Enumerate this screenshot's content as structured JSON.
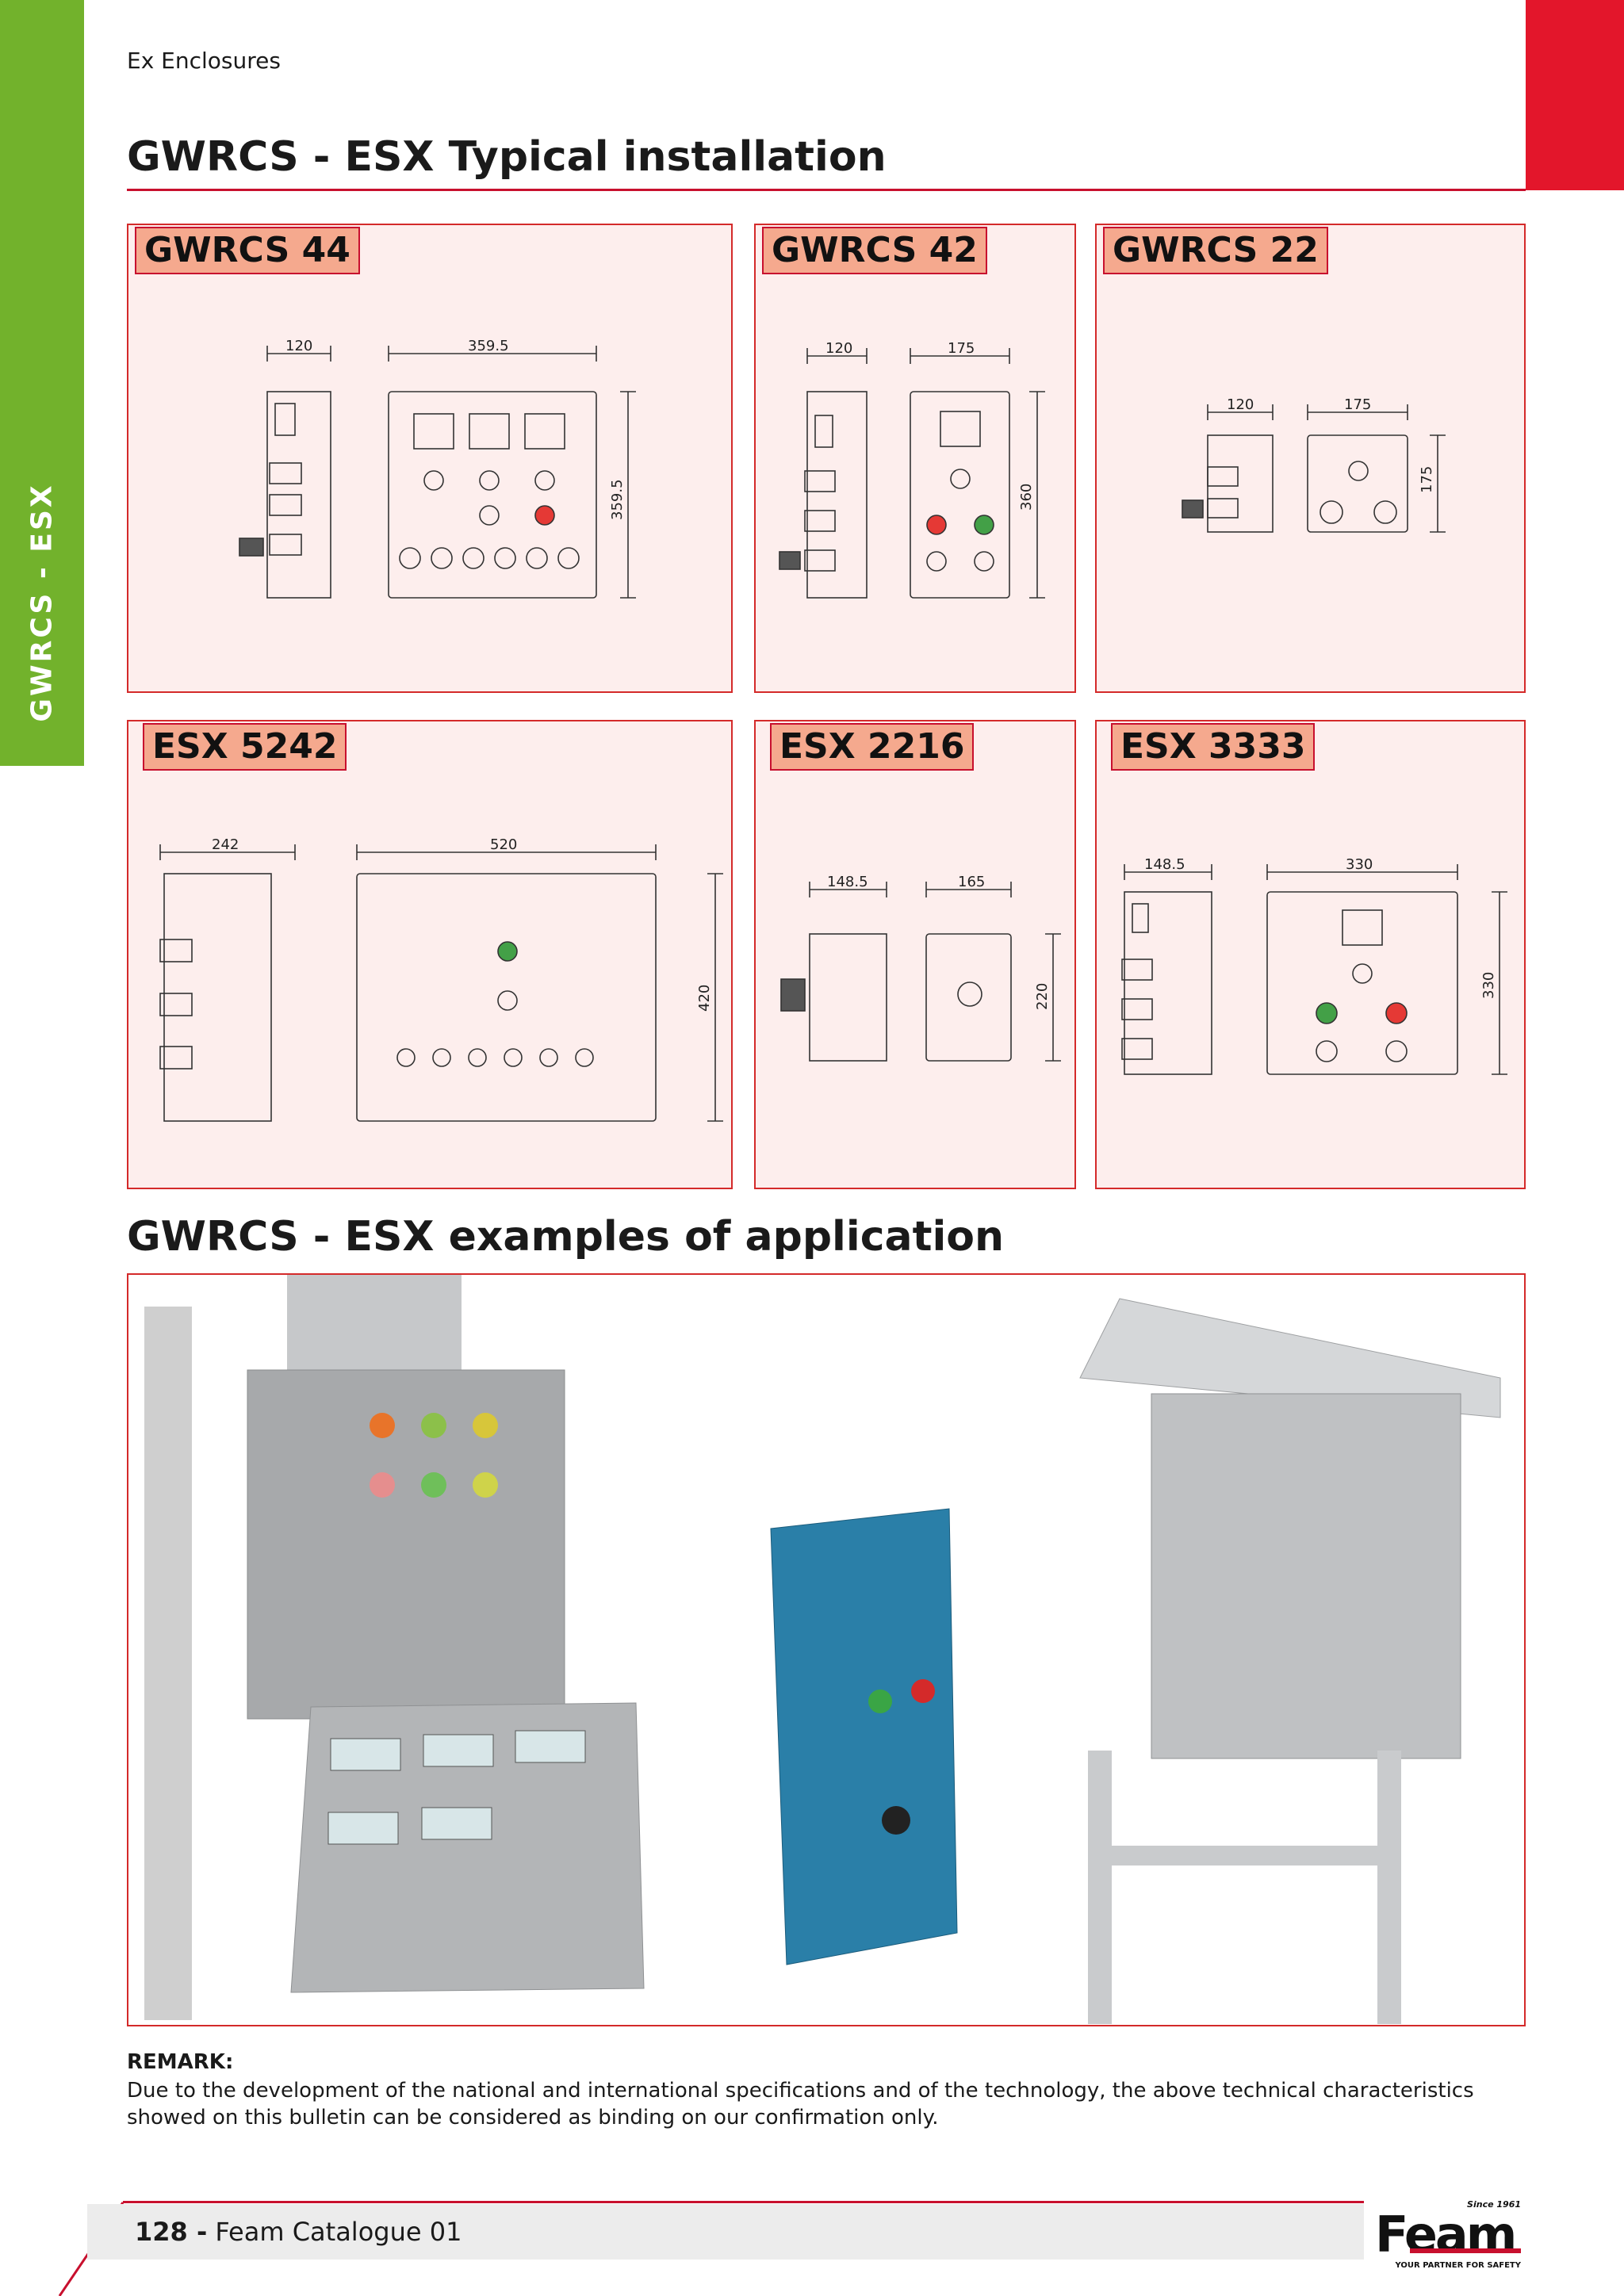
{
  "header": {
    "section": "Ex Enclosures",
    "title": "GWRCS - ESX Typical installation"
  },
  "sidebar": {
    "label": "GWRCS - ESX"
  },
  "panels": [
    {
      "title": "GWRCS 44",
      "dims": {
        "depth": "120",
        "width": "359.5",
        "height": "359.5"
      }
    },
    {
      "title": "GWRCS 42",
      "dims": {
        "depth": "120",
        "width": "175",
        "height": "360"
      }
    },
    {
      "title": "GWRCS 22",
      "dims": {
        "depth": "120",
        "width": "175",
        "height": "175"
      }
    },
    {
      "title": "ESX 5242",
      "dims": {
        "depth": "242",
        "width": "520",
        "height": "420"
      }
    },
    {
      "title": "ESX 2216",
      "dims": {
        "depth": "148.5",
        "width": "165",
        "height": "220"
      }
    },
    {
      "title": "ESX 3333",
      "dims": {
        "depth": "148.5",
        "width": "330",
        "height": "330"
      }
    }
  ],
  "applications": {
    "title": "GWRCS - ESX examples of application"
  },
  "remark": {
    "title": "REMARK:",
    "text": "Due to the development of the national and international specifications and of the technology, the above technical characteristics showed on this bulletin can be considered as binding on our confirmation only."
  },
  "footer": {
    "page": "128 -",
    "catalogue": "Feam Catalogue 01"
  },
  "logo": {
    "since": "Since 1961",
    "name": "Feam",
    "tagline": "YOUR PARTNER FOR SAFETY"
  },
  "colors": {
    "green": "#72b22c",
    "red": "#e3162b",
    "panel_bg": "#fdeeed",
    "label_bg": "#f5a98e"
  }
}
